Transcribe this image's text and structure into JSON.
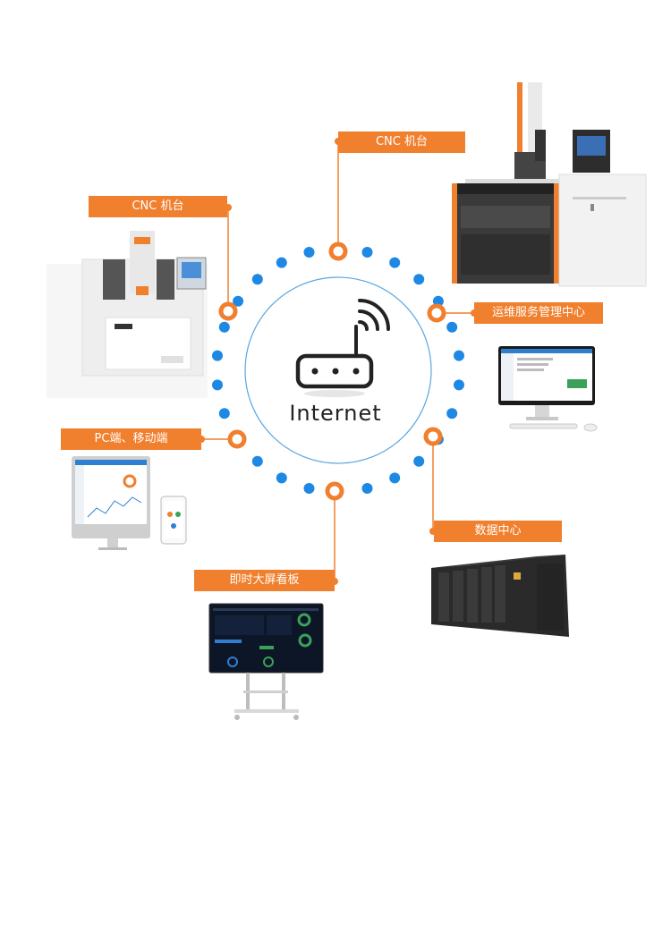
{
  "center": {
    "label": "Internet"
  },
  "nodes": [
    {
      "id": "cnc-top",
      "label": "CNC 机台"
    },
    {
      "id": "cnc-left",
      "label": "CNC 机台"
    },
    {
      "id": "ops-center",
      "label": "运维服务管理中心"
    },
    {
      "id": "pc-mobile",
      "label": "PC端、移动端"
    },
    {
      "id": "data-center",
      "label": "数据中心"
    },
    {
      "id": "big-screen",
      "label": "即时大屏看板"
    }
  ],
  "colors": {
    "accent": "#f07f2e",
    "dot": "#1e88e5",
    "ring": "#5aa6e0"
  }
}
